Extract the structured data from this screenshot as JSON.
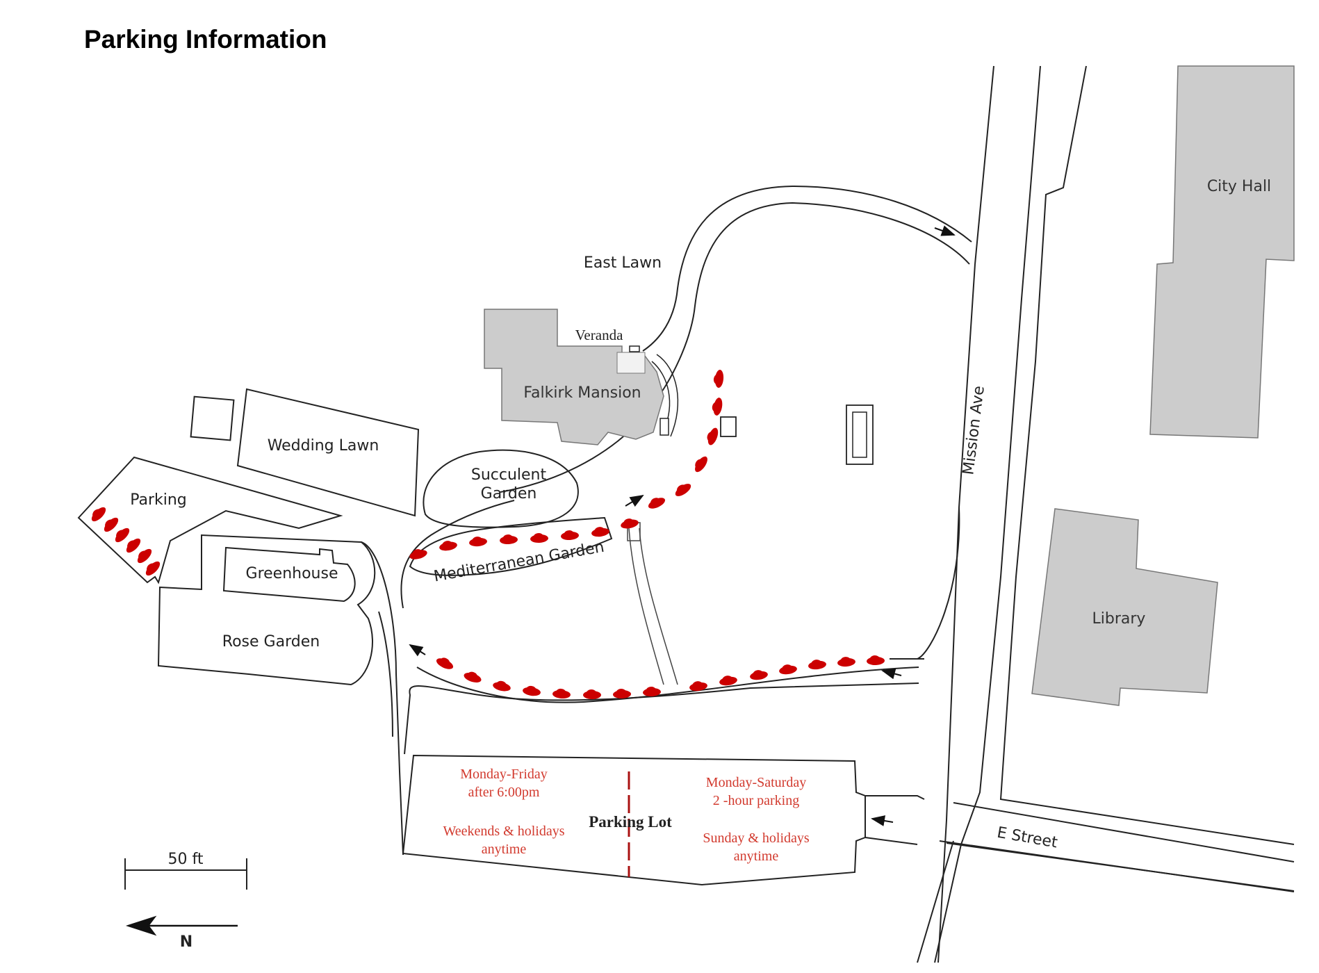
{
  "title": "Parking Information",
  "colors": {
    "parking_red": "#cc0000",
    "building_gray": "#cccccc",
    "rule_red": "#c0392b",
    "road_line": "#222222"
  },
  "labels": {
    "east_lawn": "East Lawn",
    "veranda": "Veranda",
    "falkirk_mansion": "Falkirk Mansion",
    "wedding_lawn": "Wedding Lawn",
    "succulent_garden_1": "Succulent",
    "succulent_garden_2": "Garden",
    "parking": "Parking",
    "greenhouse": "Greenhouse",
    "rose_garden": "Rose Garden",
    "mediterranean_garden": "Mediterranean Garden",
    "mission_ave": "Mission Ave",
    "e_street": "E Street",
    "city_hall": "City Hall",
    "library": "Library",
    "parking_lot": "Parking Lot"
  },
  "parking_rules": {
    "left_1_line1": "Monday-Friday",
    "left_1_line2": "after 6:00pm",
    "left_2_line1": "Weekends & holidays",
    "left_2_line2": "anytime",
    "right_1_line1": "Monday-Saturday",
    "right_1_line2": "2 -hour parking",
    "right_2_line1": "Sunday & holidays",
    "right_2_line2": "anytime"
  },
  "scale": {
    "label": "50 ft"
  },
  "north": {
    "label": "N"
  }
}
